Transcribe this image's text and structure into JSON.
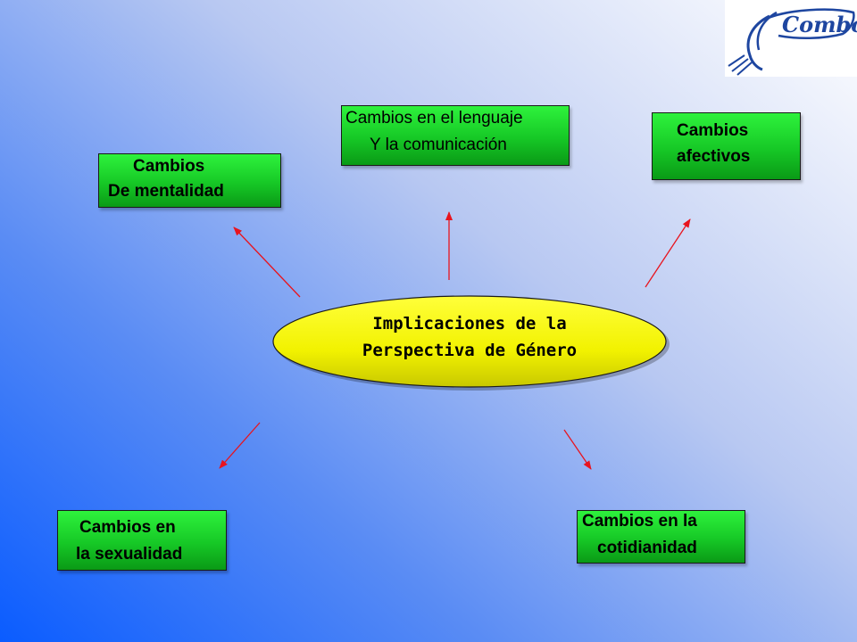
{
  "center": {
    "line1": "Implicaciones de la",
    "line2": "Perspectiva de Género",
    "fill": "#ffff00"
  },
  "boxes": {
    "mentalidad": {
      "line1": "Cambios",
      "line2": "De mentalidad"
    },
    "lenguaje": {
      "line1": "Cambios en el lenguaje",
      "line2": "Y la comunicación"
    },
    "afectivos": {
      "line1": "Cambios",
      "line2": "afectivos"
    },
    "sexualidad": {
      "line1": "Cambios en",
      "line2": "la sexualidad"
    },
    "cotidianidad": {
      "line1": "Cambios en la",
      "line2": "cotidianidad"
    }
  },
  "logo": {
    "text": "Combos",
    "color": "#1e46a0"
  },
  "colors": {
    "box": "#16c826",
    "arrow": "#e8141e"
  }
}
